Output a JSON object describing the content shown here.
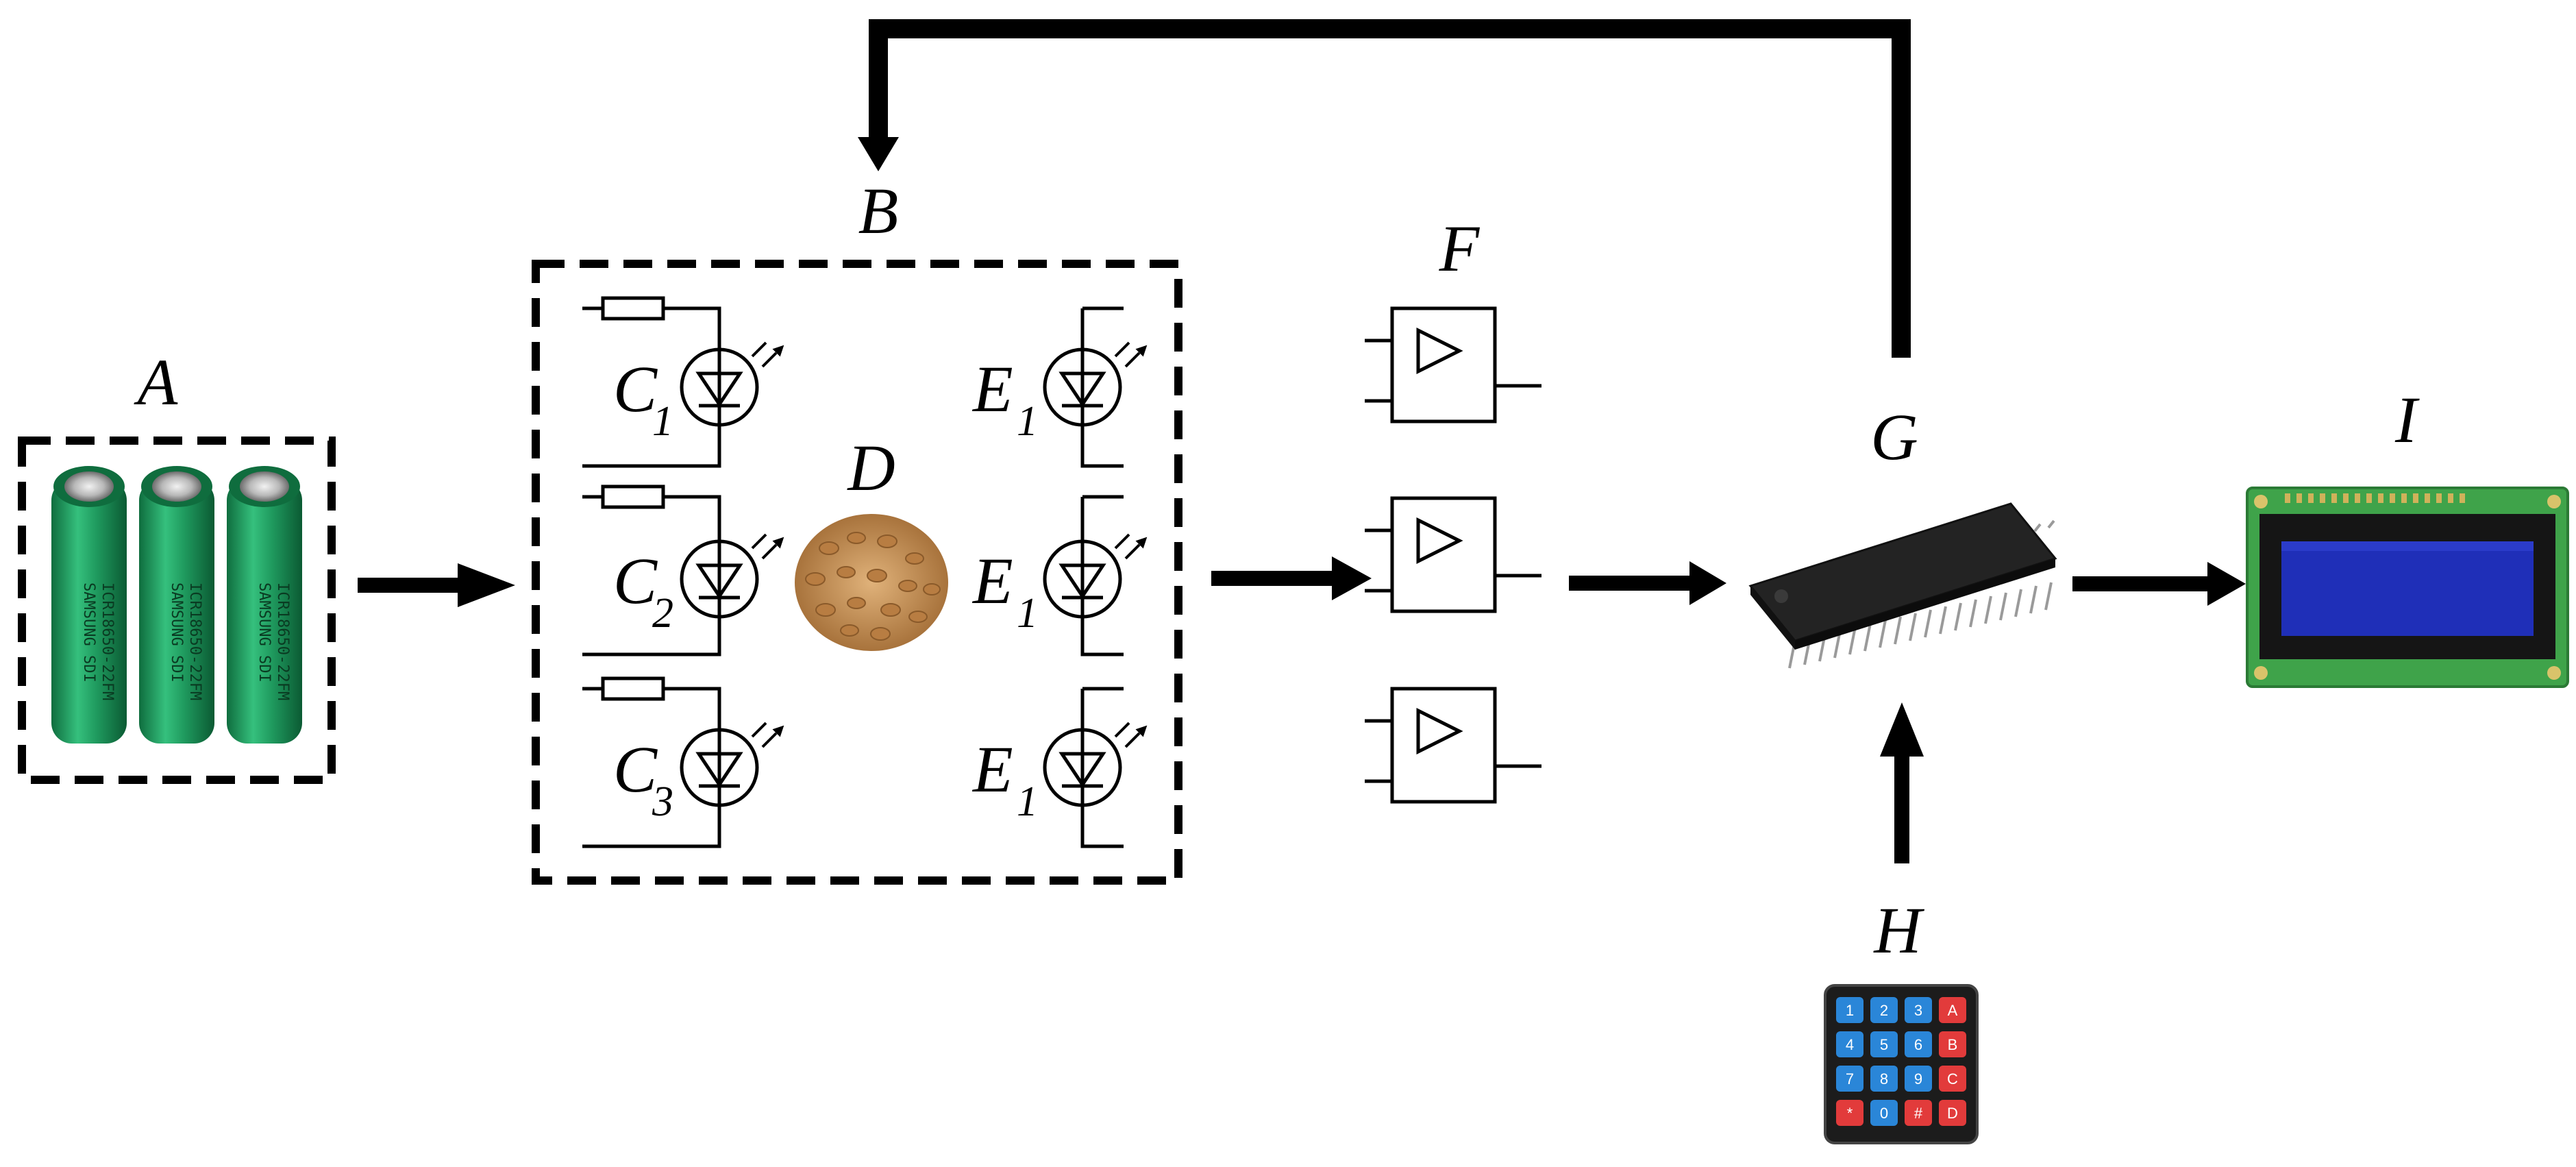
{
  "labels": {
    "A": "A",
    "B": "B",
    "D": "D",
    "F": "F",
    "G": "G",
    "H": "H",
    "I": "I"
  },
  "sensors": [
    {
      "letter": "C",
      "index": "1"
    },
    {
      "letter": "C",
      "index": "2"
    },
    {
      "letter": "C",
      "index": "3"
    }
  ],
  "emitters": [
    {
      "letter": "E",
      "index": "1"
    },
    {
      "letter": "E",
      "index": "1"
    },
    {
      "letter": "E",
      "index": "1"
    }
  ],
  "battery_print": [
    "ICR18650-22FM",
    "SAMSUNG SDI"
  ],
  "keypad": {
    "keys": [
      [
        "1",
        "2",
        "3",
        "A"
      ],
      [
        "4",
        "5",
        "6",
        "B"
      ],
      [
        "7",
        "8",
        "9",
        "C"
      ],
      [
        "*",
        "0",
        "#",
        "D"
      ]
    ]
  },
  "colors": {
    "battery_green": "#1f9a5e",
    "key_blue": "#2a86d8",
    "key_red": "#e23b3b",
    "lcd_blue": "#1f2fb8",
    "pcb_green": "#3fa34a",
    "grain": "#c9955a"
  }
}
